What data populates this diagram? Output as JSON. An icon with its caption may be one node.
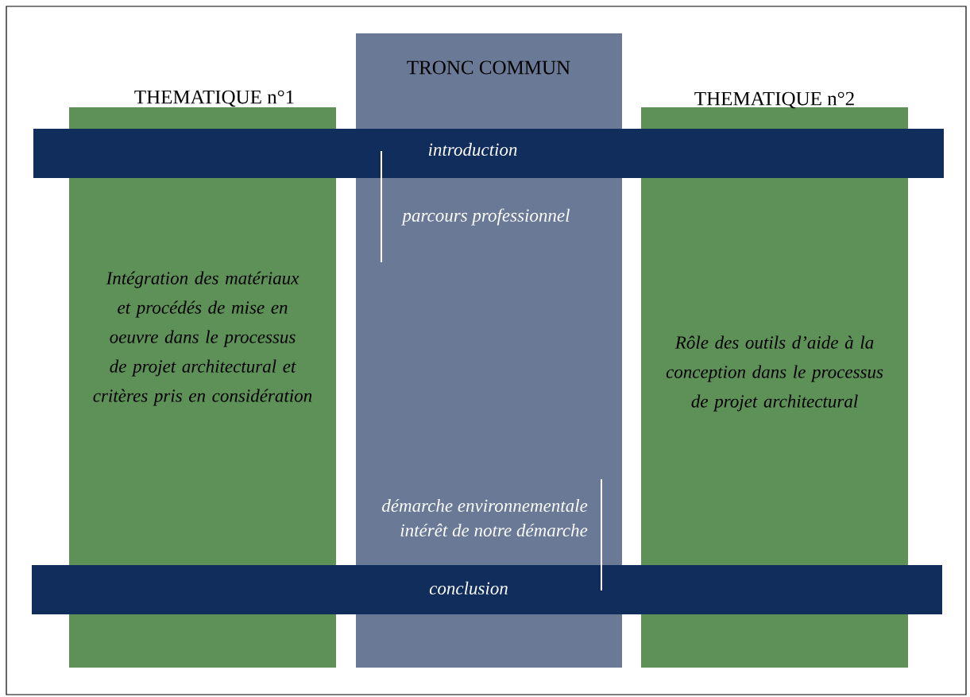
{
  "diagram": {
    "nodes": [
      {
        "text": [
          "THEMATIQUE n°1",
          "Intégration des matériaux et procédés de mise en oeuvre dans le processus de projet architectural et critères pris en considération"
        ]
      },
      {
        "text": [
          "TRONC COMMUN",
          "parcours professionnel",
          "démarche environnementale",
          "intérêt de notre démarche"
        ]
      },
      {
        "text": [
          "THEMATIQUE n°2",
          "Rôle des outils d’aide à la conception dans le processus de projet architectural"
        ]
      },
      {
        "text": [
          "introduction"
        ]
      },
      {
        "text": [
          "conclusion"
        ]
      }
    ]
  }
}
